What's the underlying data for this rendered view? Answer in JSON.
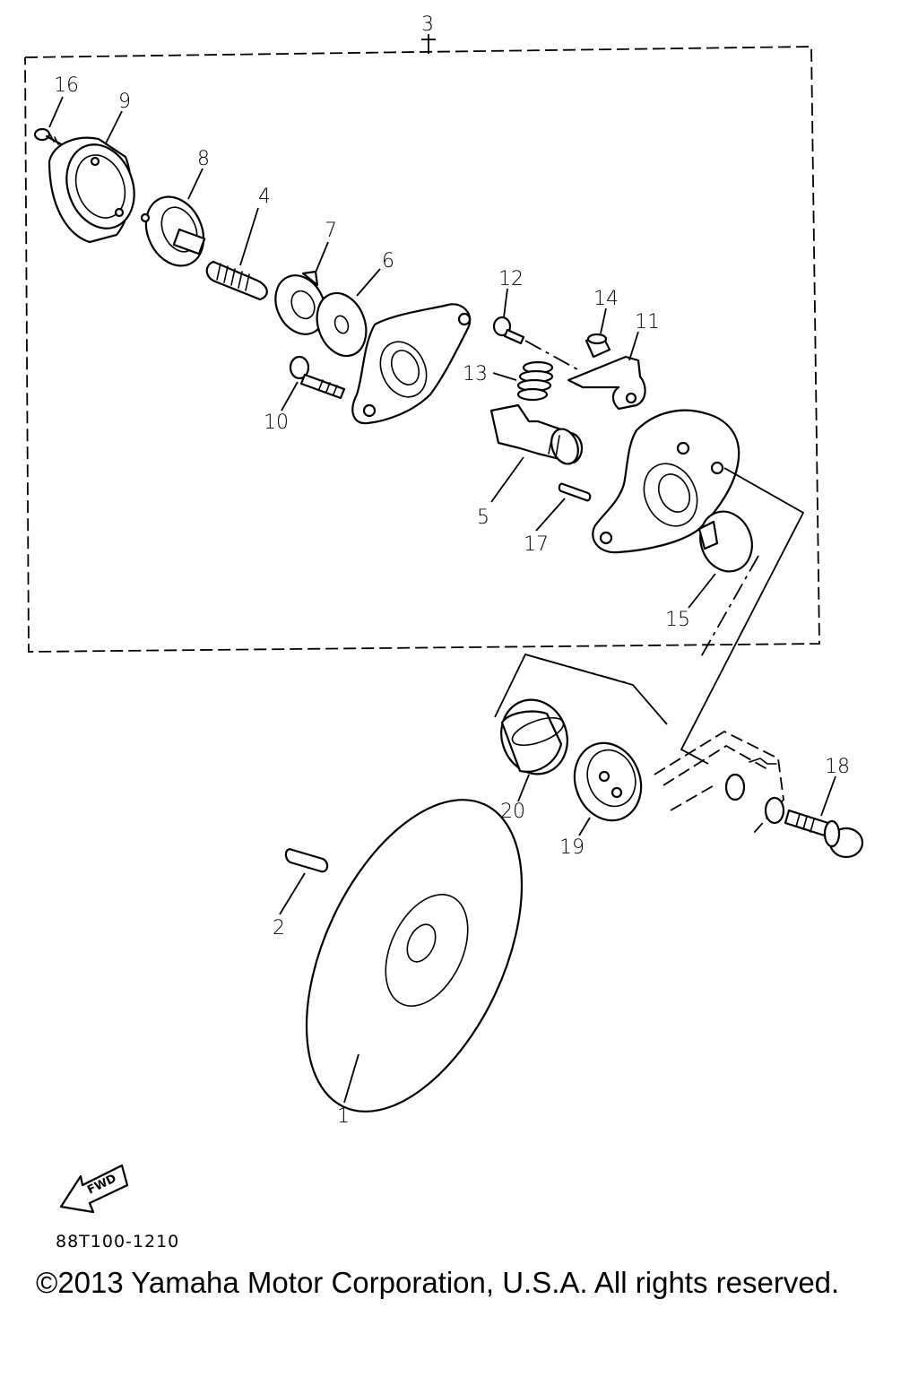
{
  "diagram": {
    "callouts": [
      "1",
      "2",
      "3",
      "4",
      "5",
      "6",
      "7",
      "8",
      "9",
      "10",
      "11",
      "12",
      "13",
      "14",
      "15",
      "16",
      "17",
      "18",
      "19",
      "20"
    ],
    "fwd_label": "FWD",
    "diagram_code": "88T100-1210"
  },
  "footer": {
    "copyright": "©2013 Yamaha Motor Corporation, U.S.A. All rights reserved."
  }
}
